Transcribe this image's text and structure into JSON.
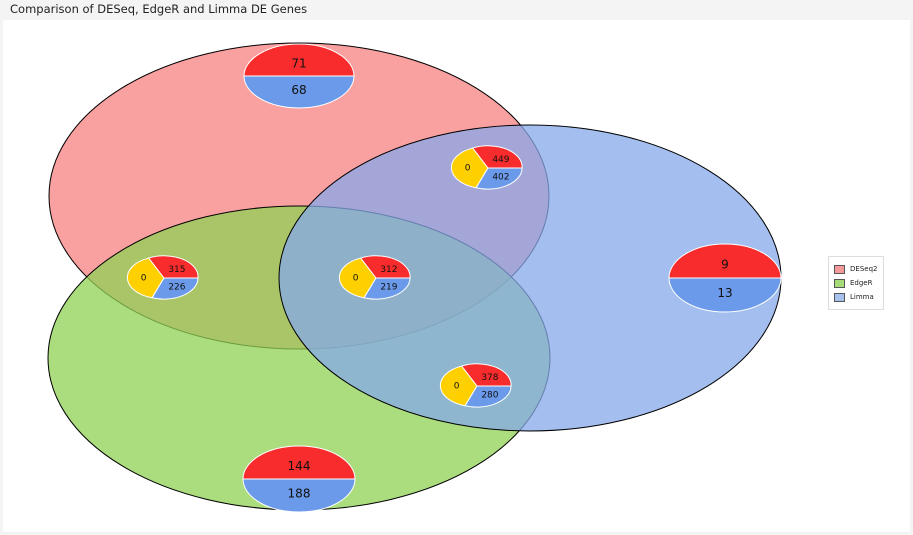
{
  "title": "Comparison of DESeq, EdgeR  and Limma DE Genes",
  "colors": {
    "deseq2": "#f78080",
    "edger": "#8fd254",
    "limma": "#86a8ea",
    "up": "#f82c2c",
    "down": "#6a9ae9",
    "zero": "#ffd000"
  },
  "legend": [
    {
      "label": "DESeq2",
      "color": "#f49a9a"
    },
    {
      "label": "EdgeR",
      "color": "#a6dc78"
    },
    {
      "label": "Limma",
      "color": "#a8c2ee"
    }
  ],
  "chart_data": {
    "type": "venn",
    "sets": [
      "DESeq2",
      "EdgeR",
      "Limma"
    ],
    "regions": [
      {
        "id": "deseq2_only",
        "sets": [
          "DESeq2"
        ],
        "up": 71,
        "down": 68
      },
      {
        "id": "edger_only",
        "sets": [
          "EdgeR"
        ],
        "up": 144,
        "down": 188
      },
      {
        "id": "limma_only",
        "sets": [
          "Limma"
        ],
        "up": 9,
        "down": 13
      },
      {
        "id": "deseq2_limma",
        "sets": [
          "DESeq2",
          "Limma"
        ],
        "up": 449,
        "down": 402,
        "zero": 0
      },
      {
        "id": "deseq2_edger",
        "sets": [
          "DESeq2",
          "EdgeR"
        ],
        "up": 315,
        "down": 226,
        "zero": 0
      },
      {
        "id": "all_three",
        "sets": [
          "DESeq2",
          "EdgeR",
          "Limma"
        ],
        "up": 312,
        "down": 219,
        "zero": 0
      },
      {
        "id": "edger_limma",
        "sets": [
          "EdgeR",
          "Limma"
        ],
        "up": 378,
        "down": 280,
        "zero": 0
      }
    ]
  }
}
